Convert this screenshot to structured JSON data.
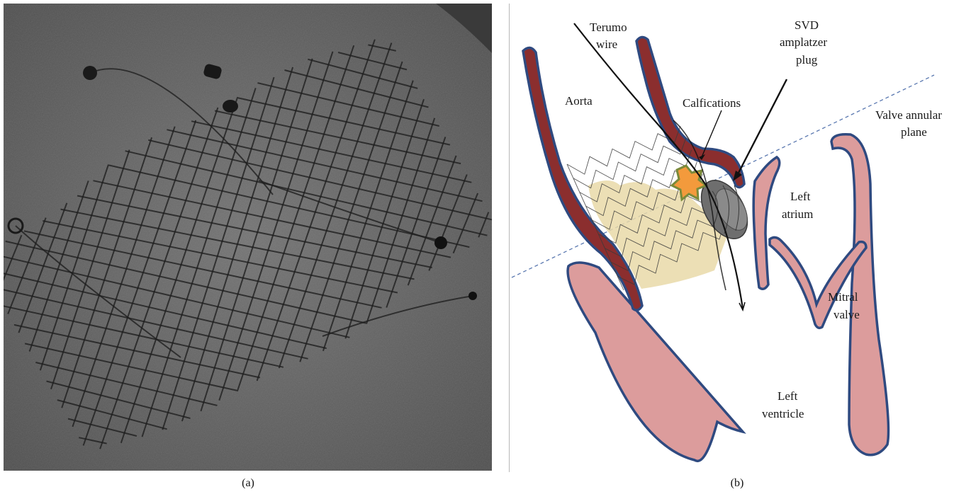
{
  "panel_a": {
    "caption": "(a)"
  },
  "panel_b": {
    "caption": "(b)",
    "labels": {
      "terumo_line1": "Terumo",
      "terumo_line2": "wire",
      "svd_line1": "SVD",
      "svd_line2": "amplatzer",
      "svd_line3": "plug",
      "aorta": "Aorta",
      "calcifications": "Calfications",
      "valve_plane_line1": "Valve annular",
      "valve_plane_line2": "plane",
      "left_atrium_line1": "Left",
      "left_atrium_line2": "atrium",
      "mitral_line1": "Mitral",
      "mitral_line2": "valve",
      "left_ventricle_line1": "Left",
      "left_ventricle_line2": "ventricle"
    }
  },
  "colors": {
    "vessel_wall": "#8b2e2e",
    "outline": "#2f4a80",
    "tissue_pink": "#dc9c9c",
    "calcification": "#f39a3c",
    "calcification_edge": "#7a8a3a",
    "valve_tissue": "#e9d9a8",
    "plane_line": "#5a78b0"
  }
}
